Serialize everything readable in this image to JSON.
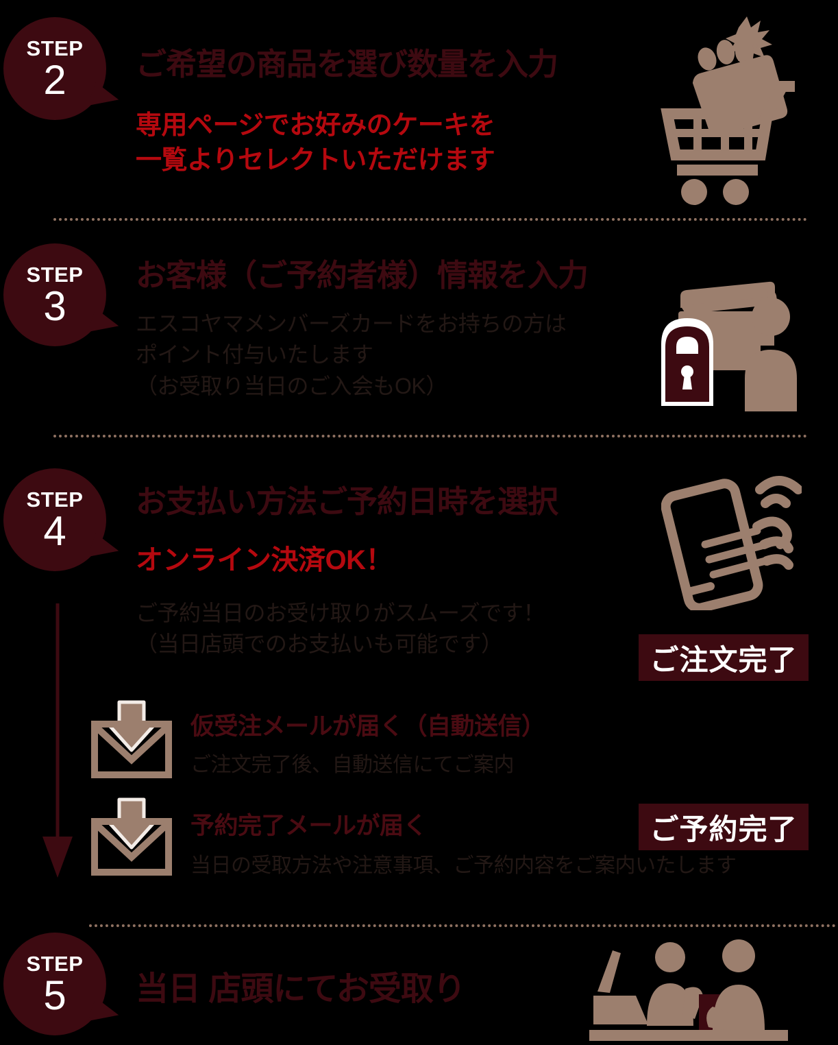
{
  "accent": {
    "dark_maroon": "#3d0a11",
    "crimson": "#b5090f",
    "body_ink": "#231815",
    "tan": "#9c7f6e",
    "background": "#000000"
  },
  "steps": [
    {
      "badge_word": "STEP",
      "badge_number": "2",
      "heading": "ご希望の商品を選び数量を入力",
      "sub_red": "専用ページでお好みのケーキを\n一覧よりセレクトいただけます",
      "body": "",
      "icon": "shopping-cart-with-cake-icon"
    },
    {
      "badge_word": "STEP",
      "badge_number": "3",
      "heading": "お客様（ご予約者様）情報を入力",
      "sub_red": "",
      "body": "エスコヤマメンバーズカードをお持ちの方は\nポイント付与いたします\n（お受取り当日のご入会もOK）",
      "icon": "member-card-lock-person-icon"
    },
    {
      "badge_word": "STEP",
      "badge_number": "4",
      "heading": "お支払い方法ご予約日時を選択",
      "sub_red": "オンライン決済OK！",
      "body": "ご予約当日のお受け取りがスムーズです！\n（当日店頭でのお支払いも可能です）",
      "icon": "mobile-contactless-payment-icon"
    },
    {
      "badge_word": "STEP",
      "badge_number": "5",
      "heading": "当日 店頭にてお受取り",
      "sub_red": "",
      "body": "",
      "icon": "store-counter-pickup-icon"
    }
  ],
  "badges": {
    "order_complete": "ご注文完了",
    "reservation_complete": "ご予約完了"
  },
  "mails": [
    {
      "title": "仮受注メールが届く（自動送信）",
      "sub": "ご注文完了後、自動送信にてご案内",
      "icon": "mail-download-icon"
    },
    {
      "title": "予約完了メールが届く",
      "sub": "当日の受取方法や注意事項、ご予約内容をご案内いたします",
      "icon": "mail-download-icon"
    }
  ]
}
